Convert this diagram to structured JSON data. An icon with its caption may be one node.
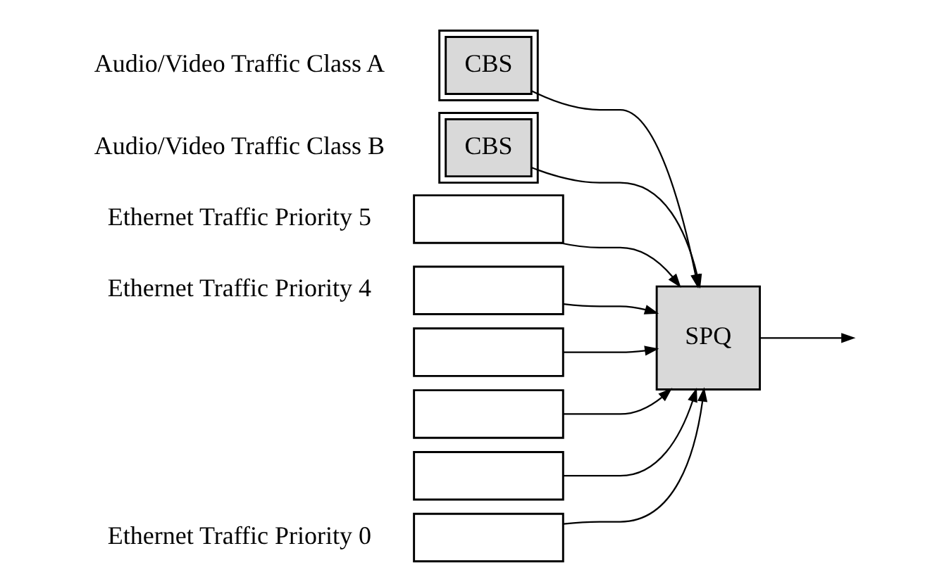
{
  "diagram": {
    "nodes": [
      {
        "text": [],
        "shape": "box",
        "beside": [
          "Audio/Video Traffic Class A"
        ]
      },
      {
        "text": [
          "CBS"
        ],
        "in": 0
      },
      {
        "text": [],
        "shape": "box",
        "beside": [
          "Audio/Video Traffic Class B"
        ]
      },
      {
        "text": [
          "CBS"
        ],
        "in": 2
      },
      {
        "text": [],
        "shape": "box",
        "beside": [
          "Ethernet Traffic Priority 5"
        ]
      },
      {
        "text": [],
        "shape": "box",
        "beside": [
          "Ethernet Traffic Priority 4"
        ]
      },
      {
        "text": [],
        "shape": "box"
      },
      {
        "text": [],
        "shape": "box"
      },
      {
        "text": [],
        "shape": "box"
      },
      {
        "text": [],
        "shape": "box",
        "beside": [
          "Ethernet Traffic Priority 0"
        ]
      },
      {
        "text": [
          "SPQ"
        ]
      }
    ],
    "edges": [
      {
        "from": 1,
        "to": 10,
        "arrow": "to"
      },
      {
        "from": 3,
        "to": 10,
        "arrow": "to"
      },
      {
        "from": 4,
        "to": 10,
        "arrow": "to"
      },
      {
        "from": 5,
        "to": 10,
        "arrow": "to"
      },
      {
        "from": 6,
        "to": 10,
        "arrow": "to"
      },
      {
        "from": 7,
        "to": 10,
        "arrow": "to"
      },
      {
        "from": 8,
        "to": 10,
        "arrow": "to"
      },
      {
        "from": 9,
        "to": 10,
        "arrow": "to"
      },
      {
        "from": 10,
        "to": null,
        "arrow": "to"
      }
    ]
  }
}
